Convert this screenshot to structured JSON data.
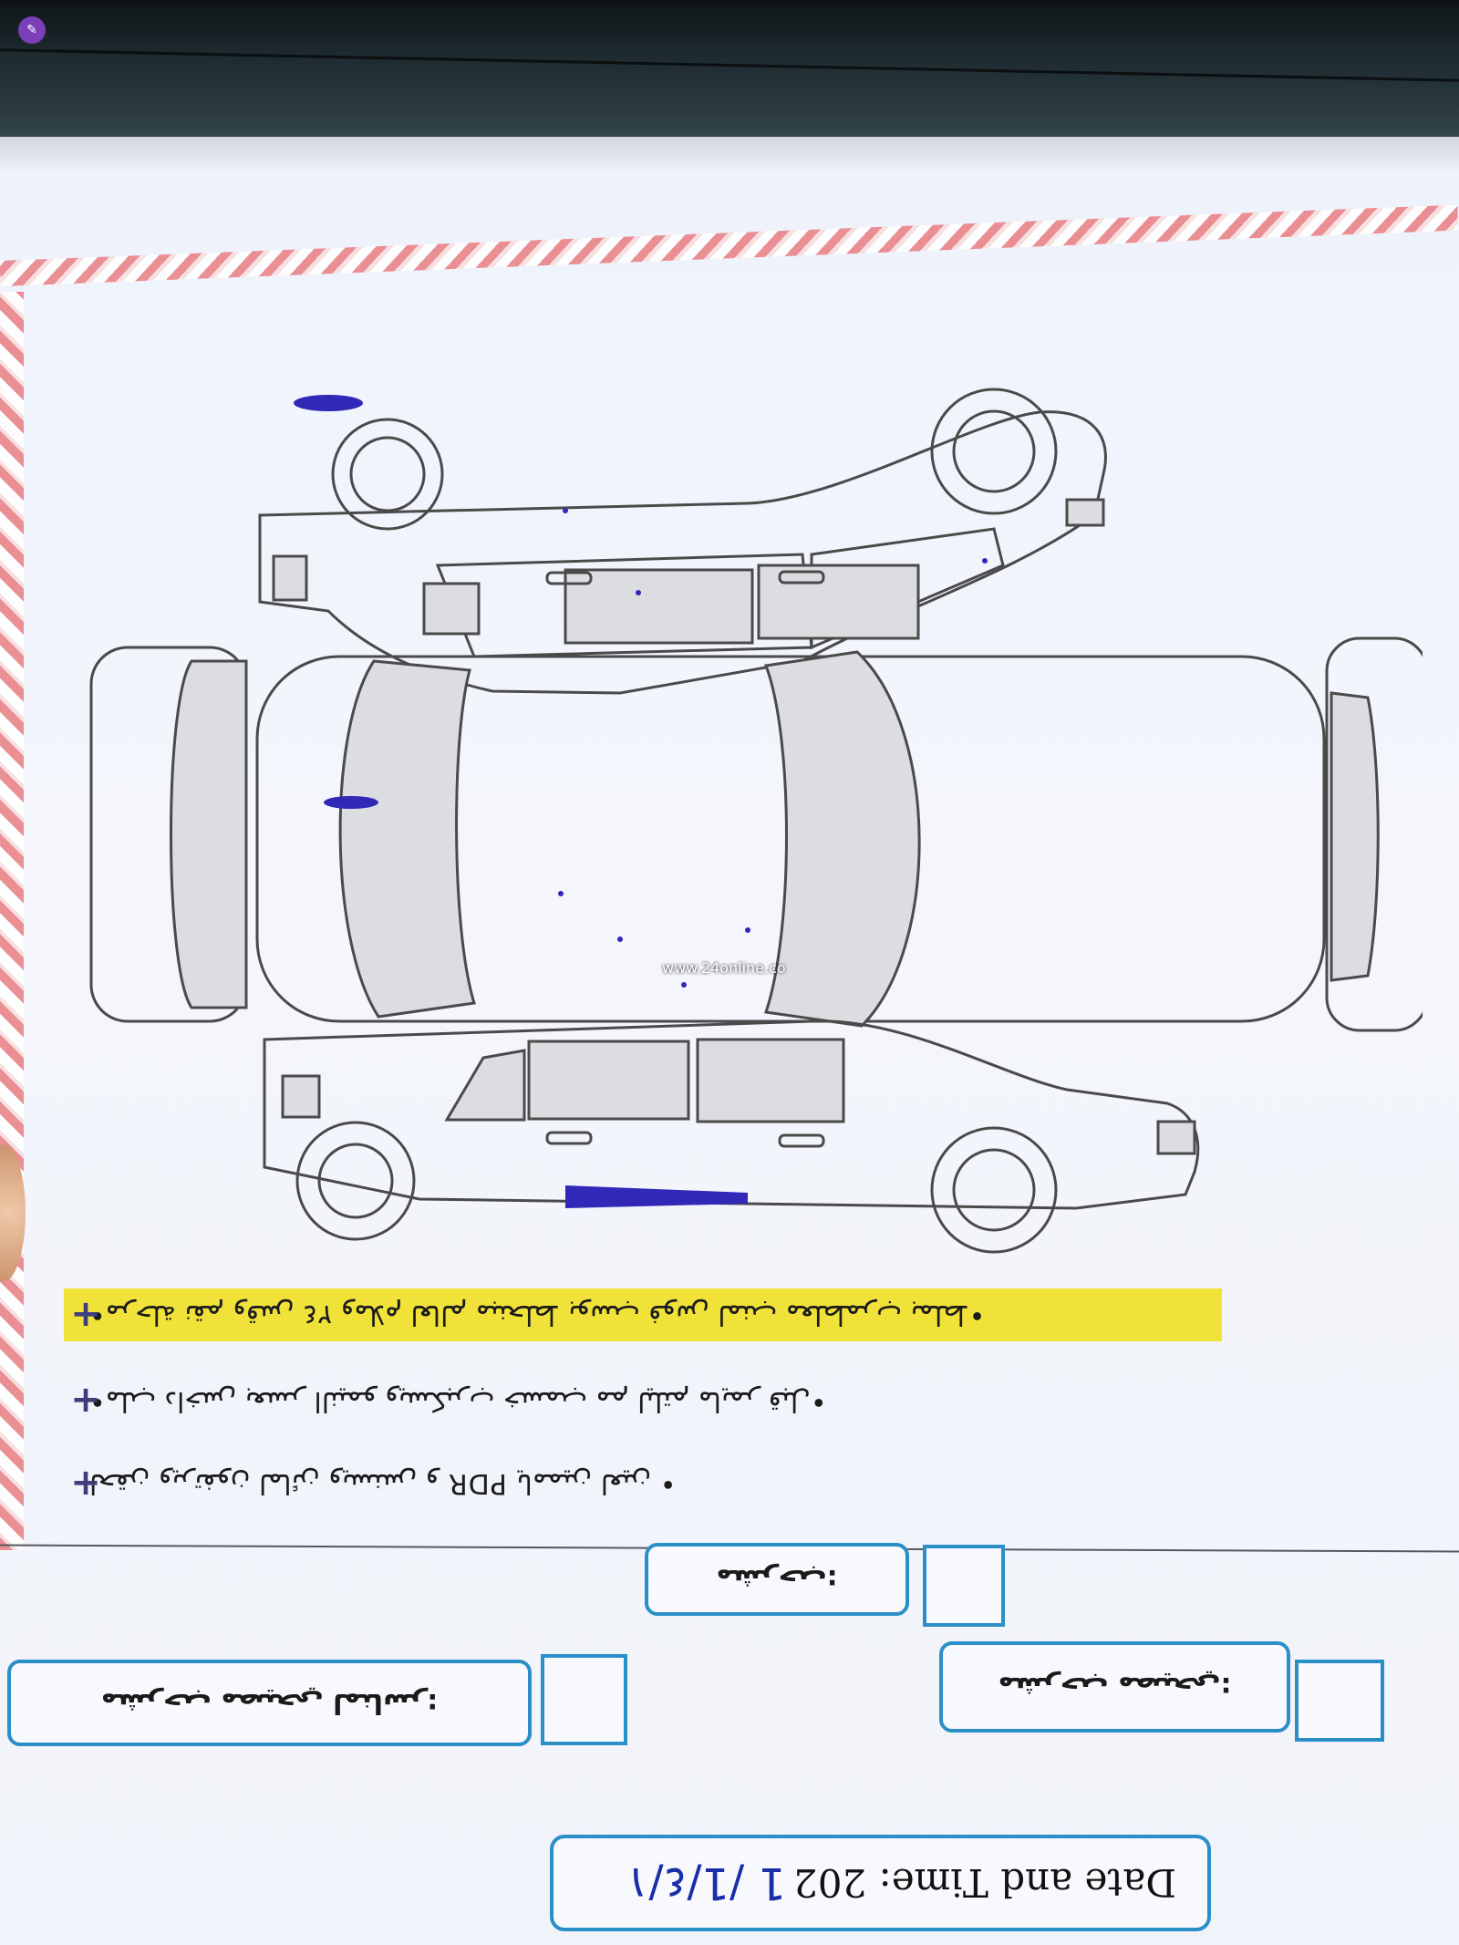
{
  "overlay": {
    "badge_icon": "app-badge-icon",
    "watermark": "www.24online.co"
  },
  "notes": [
    {
      "text": "لحقن ويرتفون لمائن ويسنس و PDR ياممين لعين •"
    },
    {
      "text": "•ملب داخس بعسر النيمو ويسكبرب خسمب مم ليلتم مايمر قبل•"
    },
    {
      "text": "•مرحلة نقم وقس ٢٤ وملام لعالم مبنحلط بوسب فوس لمنب معلطمرب بملط•"
    }
  ],
  "options": {
    "opt1": "مشرحب مصيحي:",
    "opt2": "مشرحب مصيحي لمناسر:",
    "opt3": "مشرحب:"
  },
  "date": {
    "label": "Date and Time: 202",
    "value": "1 /1/٤/١"
  }
}
